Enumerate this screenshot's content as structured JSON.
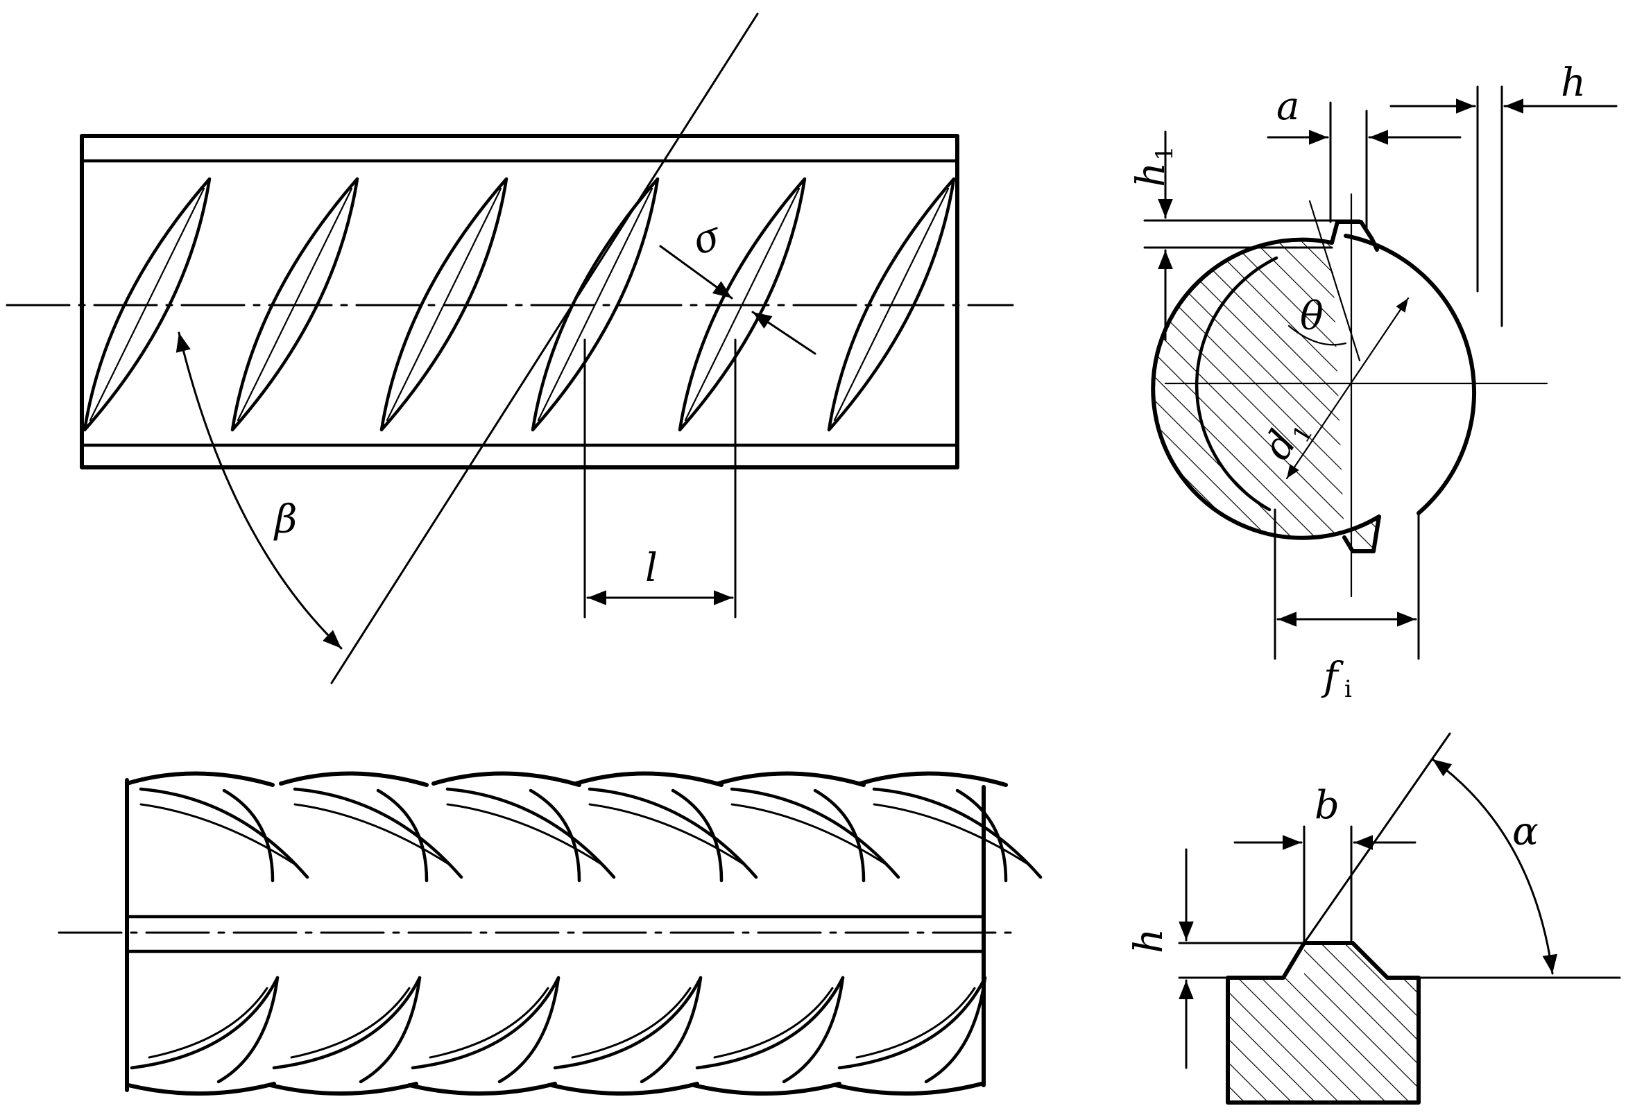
{
  "labels": {
    "beta": "β",
    "l": "l",
    "sigma": "σ",
    "a": "a",
    "h_top": "h",
    "h1_main": "h",
    "h1_sub": "1",
    "theta": "θ",
    "d1": "d",
    "d1_sub": "1",
    "fi_main": "f",
    "fi_sub": "i",
    "b": "b",
    "alpha": "α",
    "h_bottom": "h"
  },
  "colors": {
    "ink": "#000000",
    "background": "#ffffff"
  }
}
